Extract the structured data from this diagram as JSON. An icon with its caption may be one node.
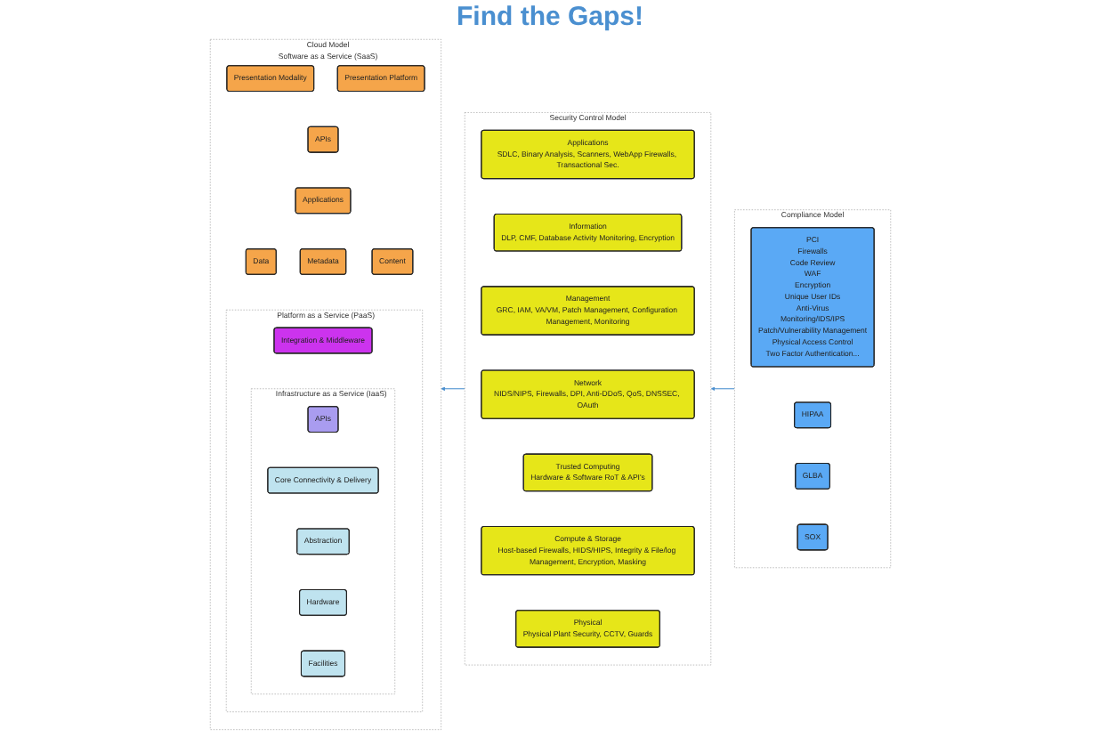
{
  "diagram": {
    "nodes": [
      {
        "text": [
          "Cloud Model",
          "Software as a Service (SaaS)"
        ]
      },
      {
        "text": [
          "Presentation Modality"
        ],
        "in": 0
      },
      {
        "text": [
          "Presentation Platform"
        ],
        "in": 0
      },
      {
        "text": [
          "APIs"
        ],
        "in": 0
      },
      {
        "text": [
          "Applications"
        ],
        "in": 0
      },
      {
        "text": [
          "Data"
        ],
        "in": 0
      },
      {
        "text": [
          "Metadata"
        ],
        "in": 0
      },
      {
        "text": [
          "Content"
        ],
        "in": 0
      },
      {
        "text": [
          "Platform as a Service (PaaS)"
        ],
        "in": 0
      },
      {
        "text": [
          "Integration & Middleware"
        ],
        "in": 8
      },
      {
        "text": [
          "Infrastructure as a Service (IaaS)"
        ],
        "in": 8
      },
      {
        "text": [
          "APIs"
        ],
        "in": 10
      },
      {
        "text": [
          "Core Connectivity & Delivery"
        ],
        "in": 10
      },
      {
        "text": [
          "Abstraction"
        ],
        "in": 10
      },
      {
        "text": [
          "Hardware"
        ],
        "in": 10
      },
      {
        "text": [
          "Facilities"
        ],
        "in": 10
      },
      {
        "text": [
          "Security Control Model"
        ]
      },
      {
        "text": [
          "Applications",
          "SDLC, Binary Analysis, Scanners, WebApp Firewalls, Transactional Sec."
        ],
        "in": 16
      },
      {
        "text": [
          "Information",
          "DLP, CMF, Database Activity Monitoring, Encryption"
        ],
        "in": 16
      },
      {
        "text": [
          "Management",
          "GRC, IAM, VA/VM, Patch Management, Configuration Management, Monitoring"
        ],
        "in": 16
      },
      {
        "text": [
          "Network",
          "NIDS/NIPS, Firewalls, DPI, Anti-DDoS, QoS, DNSSEC, OAuth"
        ],
        "in": 16
      },
      {
        "text": [
          "Trusted Computing",
          "Hardware & Software RoT & API's"
        ],
        "in": 16
      },
      {
        "text": [
          "Compute & Storage",
          "Host-based Firewalls, HIDS/HIPS, Integrity & File/log Management, Encryption, Masking"
        ],
        "in": 16
      },
      {
        "text": [
          "Physical",
          "Physical Plant Security, CCTV, Guards"
        ],
        "in": 16
      },
      {
        "text": [
          "Compliance Model"
        ]
      },
      {
        "text": [
          "PCI",
          "Firewalls",
          "Code Review",
          "WAF",
          "Encryption",
          "Unique User IDs",
          "Anti-Virus",
          "Monitoring/IDS/IPS",
          "Patch/Vulnerability Management",
          "Physical Access Control",
          "Two Factor Authentication..."
        ],
        "in": 24
      },
      {
        "text": [
          "HIPAA"
        ],
        "in": 24
      },
      {
        "text": [
          "GLBA"
        ],
        "in": 24
      },
      {
        "text": [
          "SOX"
        ],
        "in": 24
      }
    ],
    "edges": [
      {
        "from": 16,
        "to": 0,
        "arrow": "to"
      },
      {
        "from": 24,
        "to": 16,
        "arrow": "to"
      }
    ],
    "labels": [
      "Find the Gaps!"
    ]
  }
}
